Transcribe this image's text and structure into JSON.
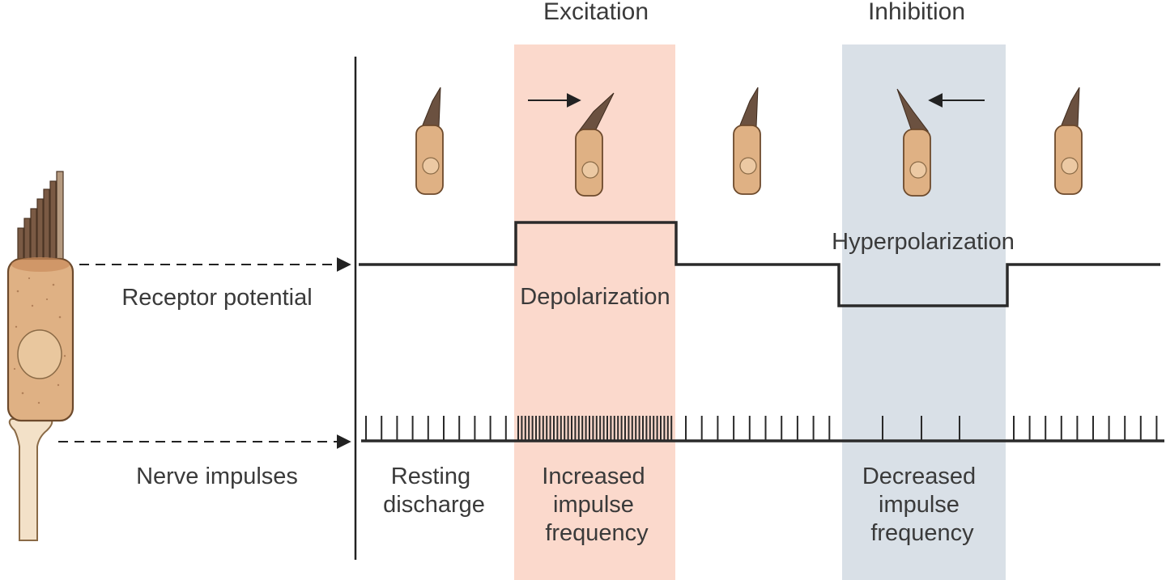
{
  "headers": {
    "excitation": "Excitation",
    "inhibition": "Inhibition"
  },
  "left_labels": {
    "receptor_potential": "Receptor potential",
    "nerve_impulses": "Nerve impulses"
  },
  "potential_labels": {
    "depolarization": "Depolarization",
    "hyperpolarization": "Hyperpolarization"
  },
  "impulse_labels": {
    "resting": [
      "Resting",
      "discharge"
    ],
    "increased": [
      "Increased",
      "impulse",
      "frequency"
    ],
    "decreased": [
      "Decreased",
      "impulse",
      "frequency"
    ]
  },
  "colors": {
    "excitation_band": "#fbd9cc",
    "inhibition_band": "#d9e0e7",
    "cell_fill": "#dfb184",
    "cell_stroke": "#6d4a2c",
    "stereocilia": "#6b5140",
    "nerve_fill": "#f3e1c8",
    "trace": "#2a2a2a"
  },
  "icons": [
    "hair-cell-icon",
    "arrow-right-icon",
    "arrow-left-icon",
    "dashed-arrow-icon"
  ]
}
